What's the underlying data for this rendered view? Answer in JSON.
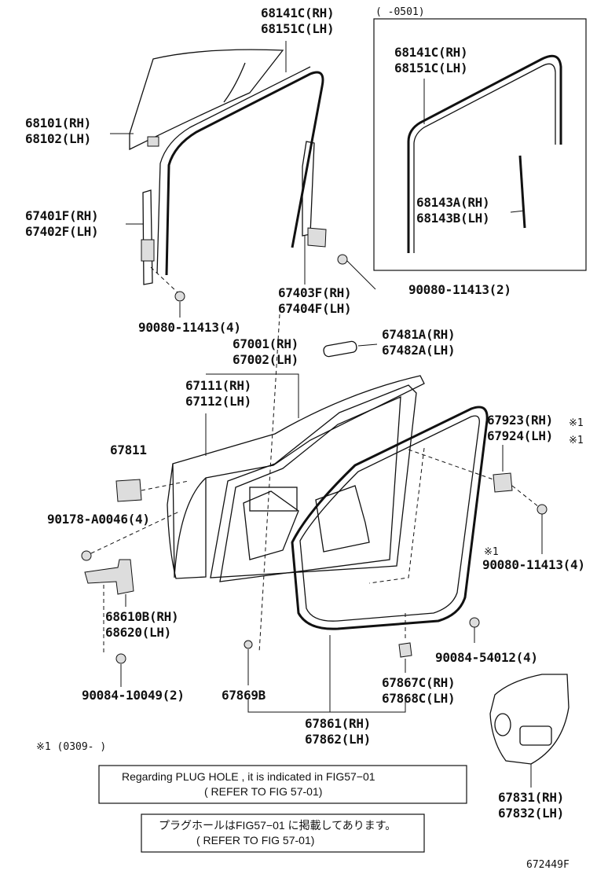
{
  "labels": {
    "p68141c": "68141C(RH)",
    "p68151c": "68151C(LH)",
    "inset_range": "(    -0501)",
    "inset_68141c": "68141C(RH)",
    "inset_68151c": "68151C(LH)",
    "inset_68143a": "68143A(RH)",
    "inset_68143b": "68143B(LH)",
    "p68101": "68101(RH)",
    "p68102": "68102(LH)",
    "p67401f": "67401F(RH)",
    "p67402f": "67402F(LH)",
    "p90080_2": "90080-11413(2)",
    "p67403f": "67403F(RH)",
    "p67404f": "67404F(LH)",
    "p90080_4a": "90080-11413(4)",
    "p67481a": "67481A(RH)",
    "p67482a": "67482A(LH)",
    "p67001": "67001(RH)",
    "p67002": "67002(LH)",
    "p67111": "67111(RH)",
    "p67112": "67112(LH)",
    "p67923": "67923(RH)",
    "p67924": "67924(LH)",
    "mark1a": "※1",
    "mark1b": "※1",
    "p67811": "67811",
    "p90178": "90178-A0046(4)",
    "mark1c": "※1",
    "p90080_4b": "90080-11413(4)",
    "p68610b": "68610B(RH)",
    "p68620": "68620(LH)",
    "p90084_54012": "90084-54012(4)",
    "p67867c": "67867C(RH)",
    "p67868c": "67868C(LH)",
    "p90084_10049": "90084-10049(2)",
    "p67869b": "67869B",
    "p67861": "67861(RH)",
    "p67862": "67862(LH)",
    "footnote": "※1 (0309-        )",
    "p67831": "67831(RH)",
    "p67832": "67832(LH)",
    "fig_id": "672449F"
  },
  "notes": {
    "en_line1": "Regarding  PLUG HOLE , it is indicated  in  FIG57−01",
    "en_line2": "( REFER  TO  FIG  57-01)",
    "jp_line1": "プラグホールはFIG57−01 に掲載してあります。",
    "jp_line2": "( REFER  TO  FIG  57-01)"
  }
}
